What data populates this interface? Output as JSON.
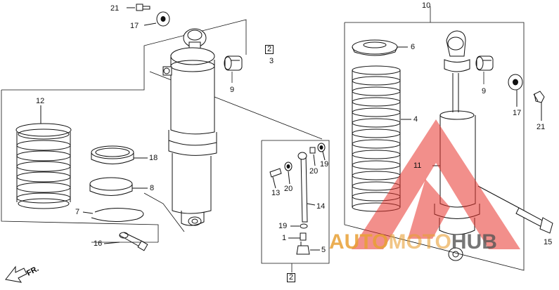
{
  "callouts": {
    "c21_left": "21",
    "c17_left": "17",
    "c2_top_box": "2",
    "c3": "3",
    "c9_left": "9",
    "c12": "12",
    "c18": "18",
    "c8": "8",
    "c7": "7",
    "c16": "16",
    "c10": "10",
    "c6": "6",
    "c4": "4",
    "c9_right": "9",
    "c17_right": "17",
    "c21_right": "21",
    "c11": "11",
    "c15": "15",
    "c19_top": "19",
    "c20_top": "20",
    "c13": "13",
    "c20_mid": "20",
    "c14": "14",
    "c19_bottom": "19",
    "c1": "1",
    "c5": "5",
    "c2_bottom_box": "2"
  },
  "direction_marker": "FR.",
  "watermark": {
    "auto": "AUTO",
    "moto": "MOTO",
    "hub": "HUB",
    "colors": {
      "auto": "#e8a035",
      "moto": "#e8a035",
      "hub": "#555555",
      "triangle": "#e8332c"
    }
  }
}
